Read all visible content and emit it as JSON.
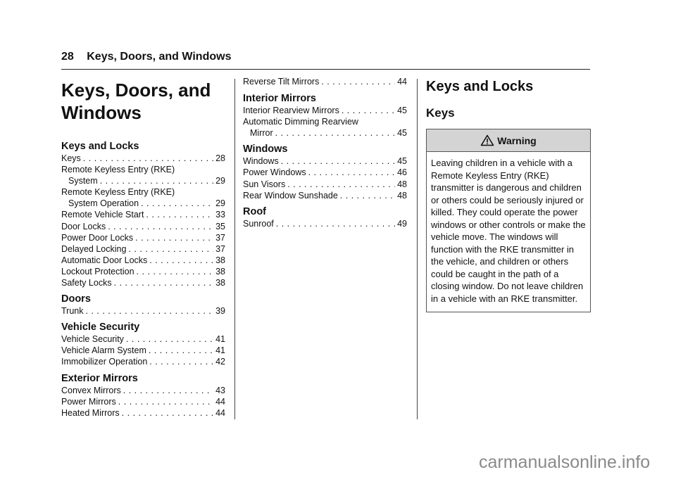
{
  "header": {
    "page_number": "28",
    "title": "Keys, Doors, and Windows"
  },
  "toc": {
    "title": "Keys, Doors, and Windows",
    "col1": [
      {
        "section": "Keys and Locks",
        "entries": [
          {
            "label": "Keys",
            "page": "28"
          },
          {
            "label": "Remote Keyless Entry (RKE)",
            "cont": "System",
            "page": "29"
          },
          {
            "label": "Remote Keyless Entry (RKE)",
            "cont": "System Operation",
            "page": "29"
          },
          {
            "label": "Remote Vehicle Start",
            "page": "33"
          },
          {
            "label": "Door Locks",
            "page": "35"
          },
          {
            "label": "Power Door Locks",
            "page": "37"
          },
          {
            "label": "Delayed Locking",
            "page": "37"
          },
          {
            "label": "Automatic Door Locks",
            "page": "38"
          },
          {
            "label": "Lockout Protection",
            "page": "38"
          },
          {
            "label": "Safety Locks",
            "page": "38"
          }
        ]
      },
      {
        "section": "Doors",
        "entries": [
          {
            "label": "Trunk",
            "page": "39"
          }
        ]
      },
      {
        "section": "Vehicle Security",
        "entries": [
          {
            "label": "Vehicle Security",
            "page": "41"
          },
          {
            "label": "Vehicle Alarm System",
            "page": "41"
          },
          {
            "label": "Immobilizer Operation",
            "page": "42"
          }
        ]
      },
      {
        "section": "Exterior Mirrors",
        "entries": [
          {
            "label": "Convex Mirrors",
            "page": "43"
          },
          {
            "label": "Power Mirrors",
            "page": "44"
          },
          {
            "label": "Heated Mirrors",
            "page": "44"
          }
        ]
      }
    ],
    "col2_lead": {
      "label": "Reverse Tilt Mirrors",
      "page": "44"
    },
    "col2": [
      {
        "section": "Interior Mirrors",
        "entries": [
          {
            "label": "Interior Rearview Mirrors",
            "page": "45"
          },
          {
            "label": "Automatic Dimming Rearview",
            "cont": "Mirror",
            "page": "45"
          }
        ]
      },
      {
        "section": "Windows",
        "entries": [
          {
            "label": "Windows",
            "page": "45"
          },
          {
            "label": "Power Windows",
            "page": "46"
          },
          {
            "label": "Sun Visors",
            "page": "48"
          },
          {
            "label": "Rear Window Sunshade",
            "page": "48"
          }
        ]
      },
      {
        "section": "Roof",
        "entries": [
          {
            "label": "Sunroof",
            "page": "49"
          }
        ]
      }
    ]
  },
  "body": {
    "heading": "Keys and Locks",
    "subheading": "Keys",
    "warning": {
      "icon": "warning-triangle-icon",
      "title": "Warning",
      "text": "Leaving children in a vehicle with a Remote Keyless Entry (RKE) transmitter is dangerous and children or others could be seriously injured or killed. They could operate the power windows or other controls or make the vehicle move. The windows will function with the RKE transmitter in the vehicle, and children or others could be caught in the path of a closing window. Do not leave children in a vehicle with an RKE transmitter."
    }
  },
  "watermark": "carmanualsonline.info"
}
